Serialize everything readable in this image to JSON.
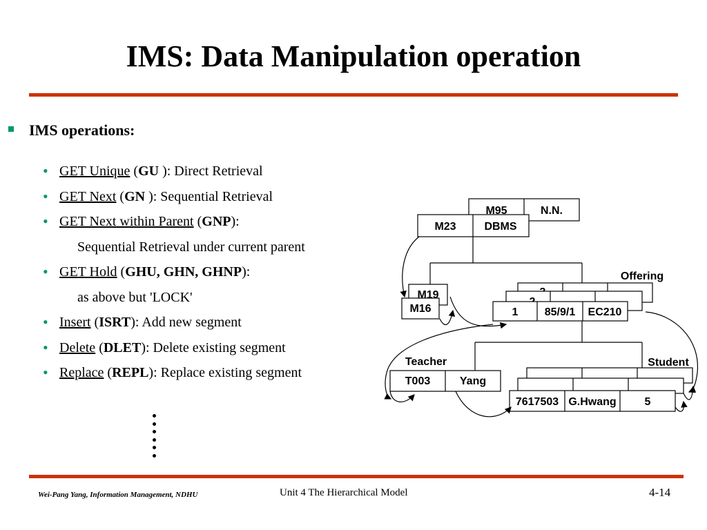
{
  "slide": {
    "title": "IMS: Data Manipulation operation",
    "heading": "IMS operations:",
    "operations": [
      {
        "name": "GET Unique",
        "open": " (",
        "code": "GU",
        "close": " ): Direct Retrieval"
      },
      {
        "name": "GET Next",
        "open": " (",
        "code": "GN",
        "close": " ): Sequential Retrieval"
      },
      {
        "name": "GET Next within Parent",
        "open": " (",
        "code": "GNP",
        "close": "):"
      },
      {
        "continuation": "Sequential Retrieval under current parent"
      },
      {
        "name": "GET Hold",
        "open": " (",
        "code": "GHU, GHN, GHNP",
        "close": "):"
      },
      {
        "continuation": "as above but 'LOCK'"
      },
      {
        "name": "Insert",
        "open": " (",
        "code": "ISRT",
        "close": "): Add new segment"
      },
      {
        "name": "Delete",
        "open": " (",
        "code": "DLET",
        "close": "): Delete existing segment"
      },
      {
        "name": "Replace",
        "open": " (",
        "code": "REPL",
        "close": "): Replace existing segment"
      }
    ]
  },
  "diagram": {
    "course_back": [
      "M95",
      "N.N."
    ],
    "course_front": [
      "M23",
      "DBMS"
    ],
    "prereq_back": "M19",
    "prereq_front": "M16",
    "offering_label": "Offering",
    "offering_stack": [
      "3",
      "2"
    ],
    "offering_front": [
      "1",
      "85/9/1",
      "EC210"
    ],
    "teacher_label": "Teacher",
    "teacher": [
      "T003",
      "Yang"
    ],
    "student_label": "Student",
    "student_front": [
      "7617503",
      "G.Hwang",
      "5"
    ]
  },
  "footer": {
    "author": "Wei-Pang Yang, Information Management, NDHU",
    "unit": "Unit 4  The Hierarchical Model",
    "page": "4-14"
  }
}
